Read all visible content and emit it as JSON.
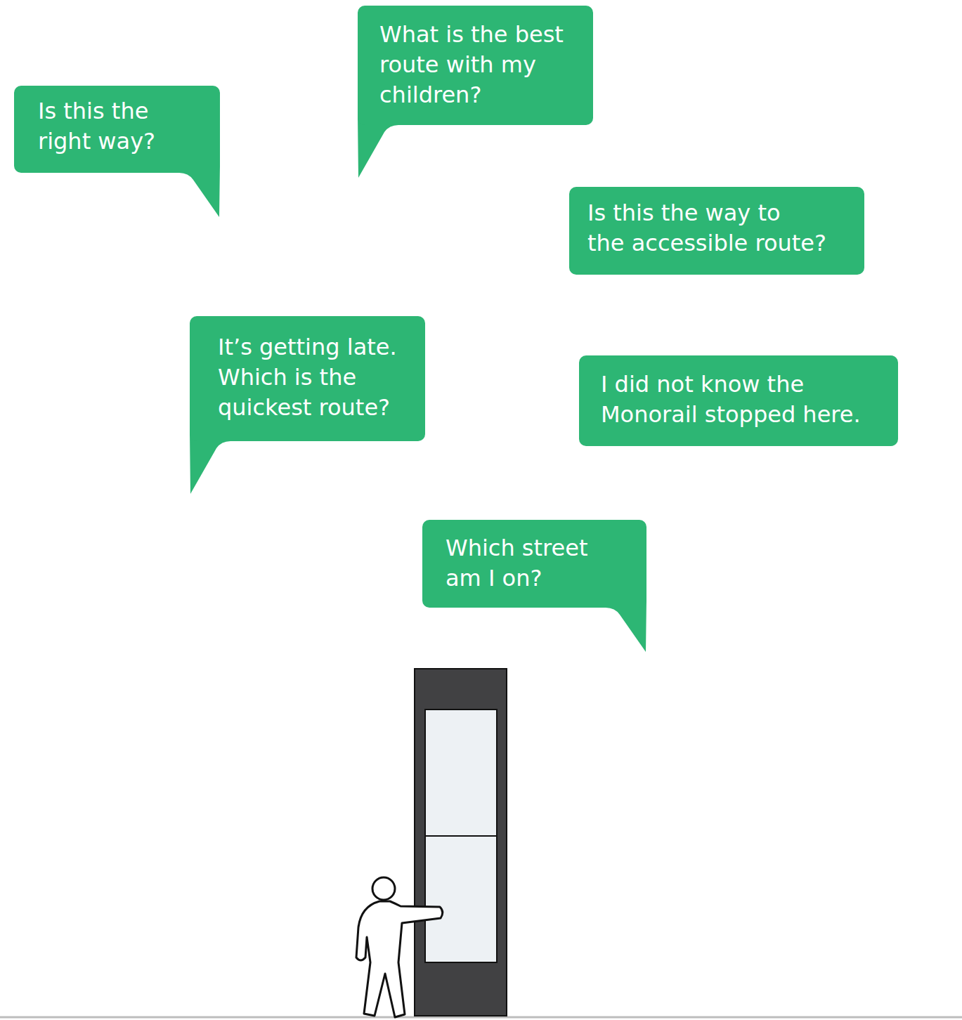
{
  "diagram": {
    "nodes": [
      {
        "text": [
          "What is the best route with my children?"
        ]
      },
      {
        "text": [
          "Is this the right way?"
        ]
      },
      {
        "text": [
          "Is this the way to the accessible route?"
        ]
      },
      {
        "text": [
          "It’s getting late. Which is the quickest route?"
        ]
      },
      {
        "text": [
          "I did not know the Monorail stopped here."
        ]
      },
      {
        "text": [
          "Which street am I on?"
        ]
      }
    ]
  }
}
